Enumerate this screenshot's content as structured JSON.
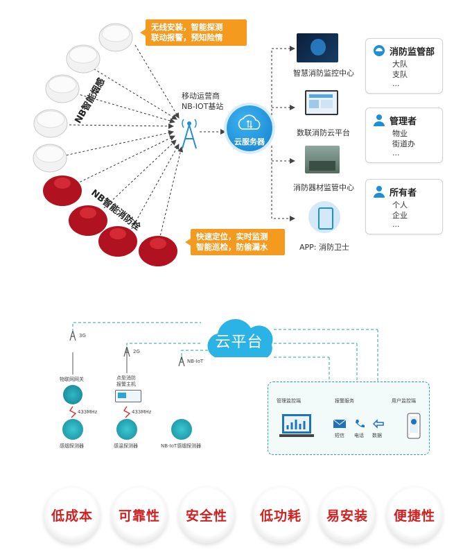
{
  "top": {
    "callout_wireless": "无线安装，智能探测\n联动报警，预知险情",
    "callout_hydrant": "快速定位，实时监测\n智能巡检，防偷漏水",
    "smoke_group_label": "NB智能烟感",
    "hydrant_group_label": "NB智能消防栓",
    "base_station_label_1": "移动运营商",
    "base_station_label_2": "NB-IOT基站",
    "cloud_label": "云服务器",
    "services": [
      {
        "label": "智慧消防监控中心"
      },
      {
        "label": "数联消防云平台"
      },
      {
        "label": "消防器材监管中心"
      },
      {
        "label": "APP: 消防卫士"
      }
    ],
    "roles": [
      {
        "title": "消防监管部",
        "items": [
          "大队",
          "支队",
          "..."
        ],
        "icon": "helmet-icon",
        "color": "#1e8fd6"
      },
      {
        "title": "管理者",
        "items": [
          "物业",
          "街道办",
          "..."
        ],
        "icon": "person-icon",
        "color": "#1e8fd6"
      },
      {
        "title": "所有者",
        "items": [
          "个人",
          "企业",
          "..."
        ],
        "icon": "person-icon",
        "color": "#1e8fd6"
      }
    ]
  },
  "middle": {
    "cloud_platform": "云平台",
    "towers": [
      {
        "label": "3G"
      },
      {
        "label": "2G"
      },
      {
        "label": "NB-IoT"
      }
    ],
    "gateway_label": "物联网网关",
    "host_label_1": "点型消防",
    "host_label_2": "报警主机",
    "freq_1": "433MHz",
    "freq_2": "433MHz",
    "detectors": [
      {
        "label": "感烟探测器"
      },
      {
        "label": "感温探测器"
      },
      {
        "label": "NB-IoT感烟探测器"
      }
    ],
    "panel": {
      "label_left": "管理监控端",
      "label_mid": "报警服务",
      "label_right": "用户监控端",
      "sms": "短信",
      "phone": "电话",
      "data": "数据"
    }
  },
  "features": [
    {
      "label": "低成本"
    },
    {
      "label": "可靠性"
    },
    {
      "label": "安全性"
    },
    {
      "label": "低功耗"
    },
    {
      "label": "易安装"
    },
    {
      "label": "便捷性"
    }
  ],
  "colors": {
    "orange": "#f39a1f",
    "blue": "#1e8fd6",
    "teal": "#2aa5a1",
    "red": "#c8102e"
  }
}
